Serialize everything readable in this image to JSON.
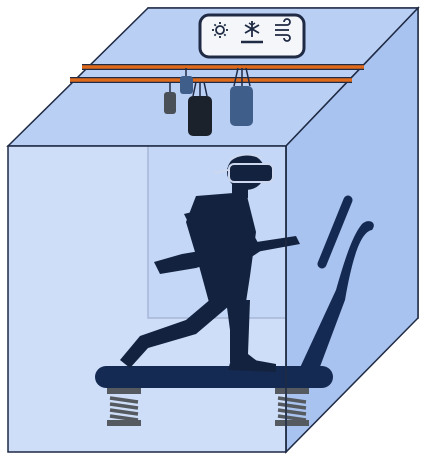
{
  "scene": {
    "description_items": [
      "vr-headset",
      "runner-silhouette",
      "treadmill",
      "springs",
      "punching-bags",
      "ceiling-rails",
      "air-conditioner"
    ]
  },
  "icons": {
    "ac_modes": [
      "sun-icon",
      "snowflake-icon",
      "wind-icon"
    ]
  },
  "colors": {
    "box_back": "#c9daf7",
    "box_front": "#c3d6f6",
    "box_side": "#a9c4f0",
    "box_top": "#b6cdf3",
    "box_stroke": "#1f2a44",
    "silhouette": "#13233f",
    "treadmill": "#152a52",
    "rail": "#e06a1c",
    "spring": "#555a60",
    "bag_gray": "#4a5058",
    "bag_blue": "#3f5e8a",
    "bag_dark": "#1c222b"
  }
}
